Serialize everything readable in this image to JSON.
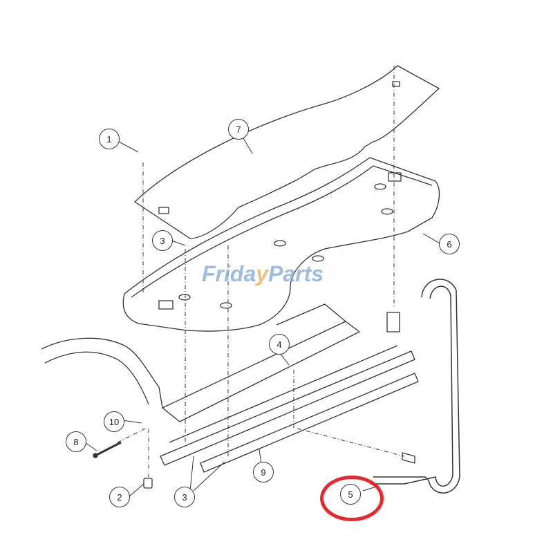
{
  "diagram": {
    "type": "exploded-parts-diagram",
    "watermark": {
      "part1": "Frida",
      "part2": "y",
      "part3": "Parts"
    },
    "highlighted_callout": "5",
    "highlight_color": "#e8282c",
    "callouts": [
      {
        "id": "c1",
        "label": "1"
      },
      {
        "id": "c2",
        "label": "2"
      },
      {
        "id": "c3a",
        "label": "3"
      },
      {
        "id": "c3b",
        "label": "3"
      },
      {
        "id": "c4",
        "label": "4"
      },
      {
        "id": "c5",
        "label": "5"
      },
      {
        "id": "c6",
        "label": "6"
      },
      {
        "id": "c7",
        "label": "7"
      },
      {
        "id": "c8",
        "label": "8"
      },
      {
        "id": "c9",
        "label": "9"
      },
      {
        "id": "c10",
        "label": "10"
      }
    ]
  }
}
